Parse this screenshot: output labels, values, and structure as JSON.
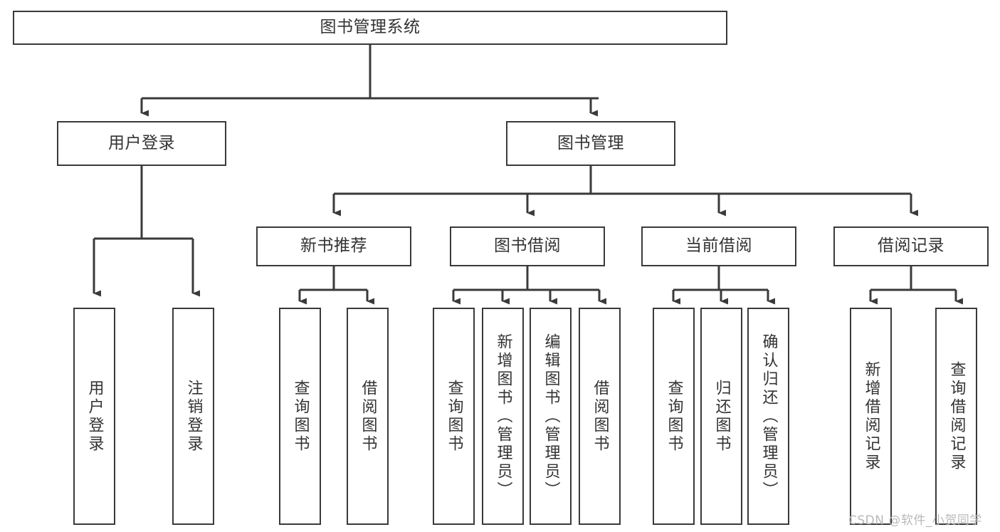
{
  "diagram": {
    "title": "图书管理系统",
    "type": "tree-hierarchy-chart",
    "colors": {
      "box_border": "#3a3a3a",
      "box_fill": "#ffffff",
      "line": "#3a3a3a",
      "text": "#333333",
      "watermark": "#b9b9b9",
      "background": "#ffffff"
    },
    "root": {
      "id": "root",
      "label": "图书管理系统"
    },
    "level2": [
      {
        "id": "user-login",
        "label": "用户登录"
      },
      {
        "id": "book-management",
        "label": "图书管理"
      }
    ],
    "level3": [
      {
        "id": "new-book-recommend",
        "label": "新书推荐"
      },
      {
        "id": "book-borrow",
        "label": "图书借阅"
      },
      {
        "id": "current-borrow",
        "label": "当前借阅"
      },
      {
        "id": "borrow-record",
        "label": "借阅记录"
      }
    ],
    "leaves": {
      "user_login": [
        {
          "id": "leaf-user-login",
          "label": "用户登录"
        },
        {
          "id": "leaf-logout-login",
          "label": "注销登录"
        }
      ],
      "new_book_recommend": [
        {
          "id": "leaf-query-book-1",
          "label": "查询图书"
        },
        {
          "id": "leaf-borrow-book-1",
          "label": "借阅图书"
        }
      ],
      "book_borrow": [
        {
          "id": "leaf-query-book-2",
          "label": "查询图书"
        },
        {
          "id": "leaf-add-book",
          "label": "新增图书（管理员）"
        },
        {
          "id": "leaf-edit-book",
          "label": "编辑图书（管理员）"
        },
        {
          "id": "leaf-borrow-book-2",
          "label": "借阅图书"
        }
      ],
      "current_borrow": [
        {
          "id": "leaf-query-book-3",
          "label": "查询图书"
        },
        {
          "id": "leaf-return-book",
          "label": "归还图书"
        },
        {
          "id": "leaf-confirm-return",
          "label": "确认归还（管理员）"
        }
      ],
      "borrow_record": [
        {
          "id": "leaf-add-record",
          "label": "新增借阅记录"
        },
        {
          "id": "leaf-query-record",
          "label": "查询借阅记录"
        }
      ]
    }
  },
  "watermark": {
    "text": "CSDN @软件_小贺同学"
  }
}
